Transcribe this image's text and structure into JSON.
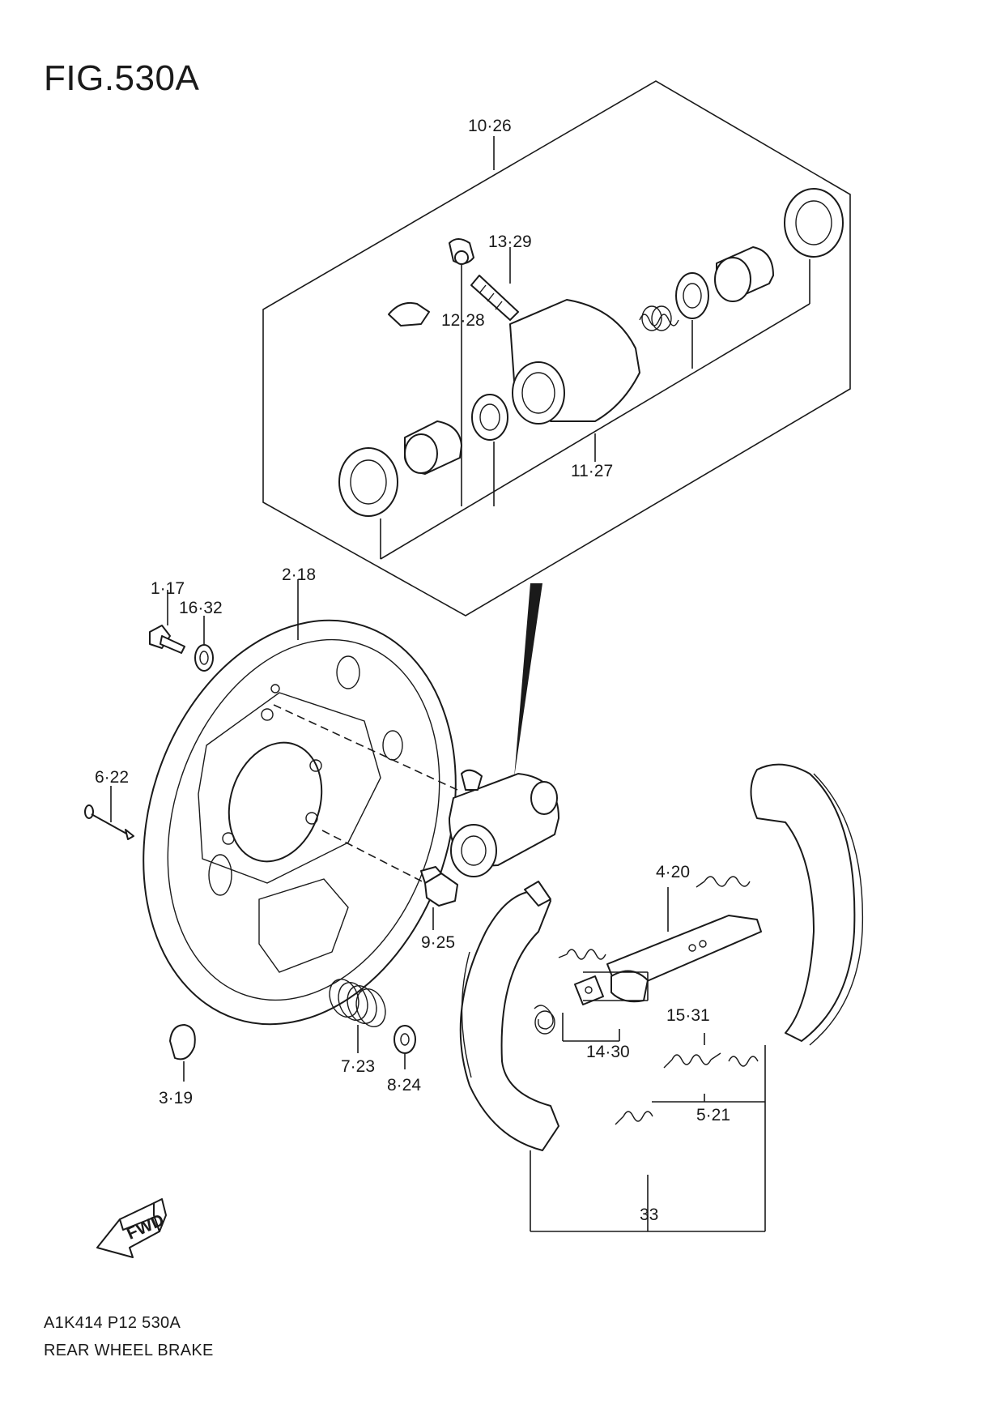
{
  "figure": {
    "title": "FIG.530A",
    "code": "A1K414 P12 530A",
    "name": "REAR WHEEL BRAKE"
  },
  "callouts": [
    {
      "id": "c-10-26",
      "text": "10·26"
    },
    {
      "id": "c-13-29",
      "text": "13·29"
    },
    {
      "id": "c-12-28",
      "text": "12·28"
    },
    {
      "id": "c-11-27",
      "text": "11·27"
    },
    {
      "id": "c-1-17",
      "text": "1·17"
    },
    {
      "id": "c-16-32",
      "text": "16·32"
    },
    {
      "id": "c-2-18",
      "text": "2·18"
    },
    {
      "id": "c-6-22",
      "text": "6·22"
    },
    {
      "id": "c-4-20",
      "text": "4·20"
    },
    {
      "id": "c-9-25",
      "text": "9·25"
    },
    {
      "id": "c-15-31",
      "text": "15·31"
    },
    {
      "id": "c-14-30",
      "text": "14·30"
    },
    {
      "id": "c-7-23",
      "text": "7·23"
    },
    {
      "id": "c-8-24",
      "text": "8·24"
    },
    {
      "id": "c-3-19",
      "text": "3·19"
    },
    {
      "id": "c-5-21",
      "text": "5·21"
    },
    {
      "id": "c-33",
      "text": "33"
    }
  ],
  "fwd_arrow": {
    "label": "FWD"
  }
}
